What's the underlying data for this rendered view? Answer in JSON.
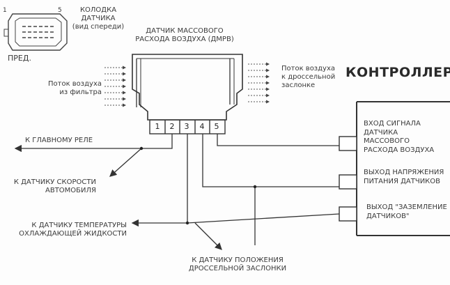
{
  "connector": {
    "title": "КОЛОДКА\nДАТЧИКА\n(вид спереди)",
    "pin_first": "1",
    "pin_last": "5",
    "front_label": "ПРЕД."
  },
  "sensor": {
    "title": "ДАТЧИК МАССОВОГО\nРАСХОДА ВОЗДУХА (ДМРВ)",
    "pins": [
      "1",
      "2",
      "3",
      "4",
      "5"
    ]
  },
  "airflow": {
    "in_label": "Поток воздуха\nиз фильтра",
    "out_label": "Поток воздуха\nк дроссельной\nзаслонке"
  },
  "controller": {
    "title": "КОНТРОЛЛЕР",
    "signal_in": "ВХОД СИГНАЛА\nДАТЧИКА\nМАССОВОГО\nРАСХОДА ВОЗДУХА",
    "power_out": "ВЫХОД НАПРЯЖЕНИЯ\nПИТАНИЯ ДАТЧИКОВ",
    "ground_out": "ВЫХОД \"ЗАЗЕМЛЕНИЕ\nДАТЧИКОВ\""
  },
  "connections": {
    "main_relay": "К ГЛАВНОМУ РЕЛЕ",
    "speed_sensor": "К ДАТЧИКУ СКОРОСТИ\nАВТОМОБИЛЯ",
    "temp_sensor": "К ДАТЧИКУ ТЕМПЕРАТУРЫ\nОХЛАЖДАЮЩЕЙ ЖИДКОСТИ",
    "throttle_sensor": "К ДАТЧИКУ ПОЛОЖЕНИЯ\nДРОССЕЛЬНОЙ ЗАСЛОНКИ"
  }
}
